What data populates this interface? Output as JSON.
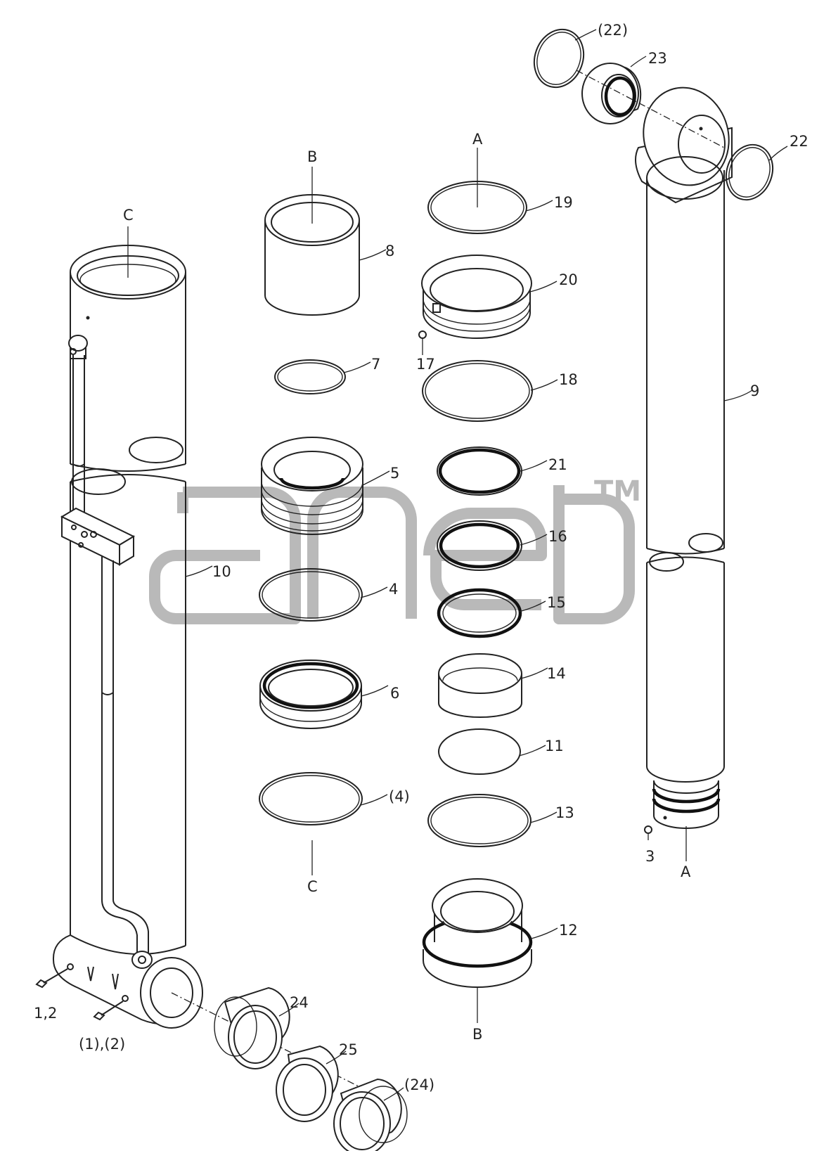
{
  "diagram": {
    "labels": {
      "p1": "1,2",
      "p1b": "(1),(2)",
      "p3": "3",
      "p4": "4",
      "p4b": "(4)",
      "p5": "5",
      "p6": "6",
      "p7": "7",
      "p8": "8",
      "p9": "9",
      "p10": "10",
      "p11": "11",
      "p12": "12",
      "p13": "13",
      "p14": "14",
      "p15": "15",
      "p16": "16",
      "p17": "17",
      "p18": "18",
      "p19": "19",
      "p20": "20",
      "p21": "21",
      "p22": "22",
      "p22b": "(22)",
      "p23": "23",
      "p24": "24",
      "p24b": "(24)",
      "p25": "25",
      "refA_top": "A",
      "refA_bottom": "A",
      "refB_top": "B",
      "refB_bottom": "B",
      "refC_top": "C",
      "refC_bottom": "C"
    },
    "watermark": {
      "text": "aneb",
      "tm": "TM"
    }
  }
}
